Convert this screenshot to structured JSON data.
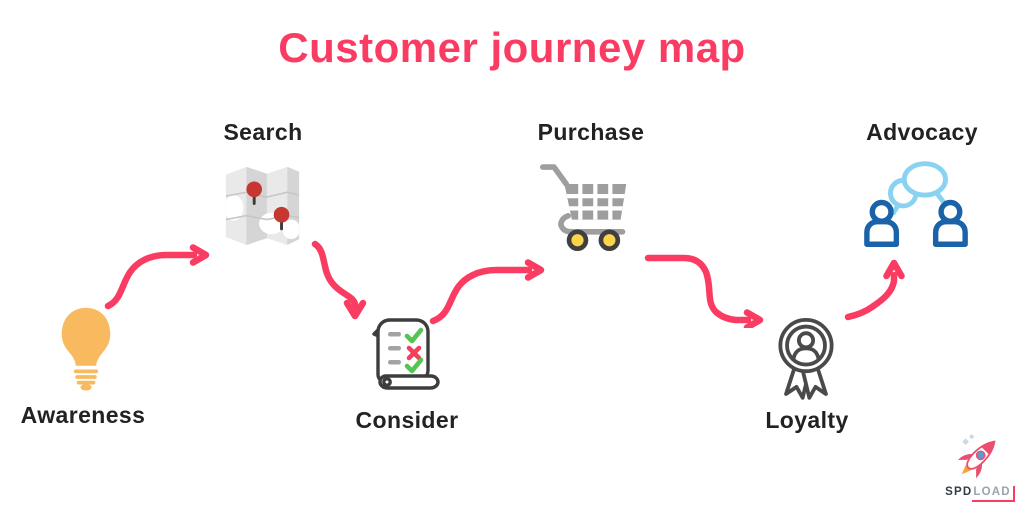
{
  "title": "Customer journey map",
  "stages": [
    {
      "id": "awareness",
      "label": "Awareness",
      "icon": "lightbulb-icon",
      "label_position": "below"
    },
    {
      "id": "search",
      "label": "Search",
      "icon": "map-pins-icon",
      "label_position": "above"
    },
    {
      "id": "consider",
      "label": "Consider",
      "icon": "checklist-scroll-icon",
      "label_position": "below"
    },
    {
      "id": "purchase",
      "label": "Purchase",
      "icon": "shopping-cart-icon",
      "label_position": "above"
    },
    {
      "id": "loyalty",
      "label": "Loyalty",
      "icon": "medal-badge-icon",
      "label_position": "below"
    },
    {
      "id": "advocacy",
      "label": "Advocacy",
      "icon": "people-chat-icon",
      "label_position": "above"
    }
  ],
  "arrows": [
    {
      "from": "Awareness",
      "to": "Search",
      "direction": "up-right"
    },
    {
      "from": "Search",
      "to": "Consider",
      "direction": "down-right"
    },
    {
      "from": "Consider",
      "to": "Purchase",
      "direction": "up-right"
    },
    {
      "from": "Purchase",
      "to": "Loyalty",
      "direction": "down-right"
    },
    {
      "from": "Loyalty",
      "to": "Advocacy",
      "direction": "up"
    }
  ],
  "logo": {
    "text_primary": "SPD",
    "text_secondary": "LOAD",
    "icon": "rocket-icon"
  },
  "colors": {
    "accent": "#FA3C63",
    "text": "#222222",
    "bulb-orange": "#F9B95E",
    "map-light": "#E9E9E9",
    "map-dark": "#D5D5D5",
    "pin-red": "#C63732",
    "outline-dark": "#3D3D3D",
    "dash-gray": "#A3A3A3",
    "check-green": "#55C455",
    "cross-red": "#F2415E",
    "cart-gray": "#9E9E9E",
    "wheel-yellow": "#FBD44C",
    "wheel-rim": "#3F3F3F",
    "medal-gray": "#4A4A4A",
    "person-blue": "#1A63A8",
    "bubble-blue": "#8AD2F2",
    "logo-dark": "#333C44",
    "logo-gray": "#9AA4AD"
  }
}
